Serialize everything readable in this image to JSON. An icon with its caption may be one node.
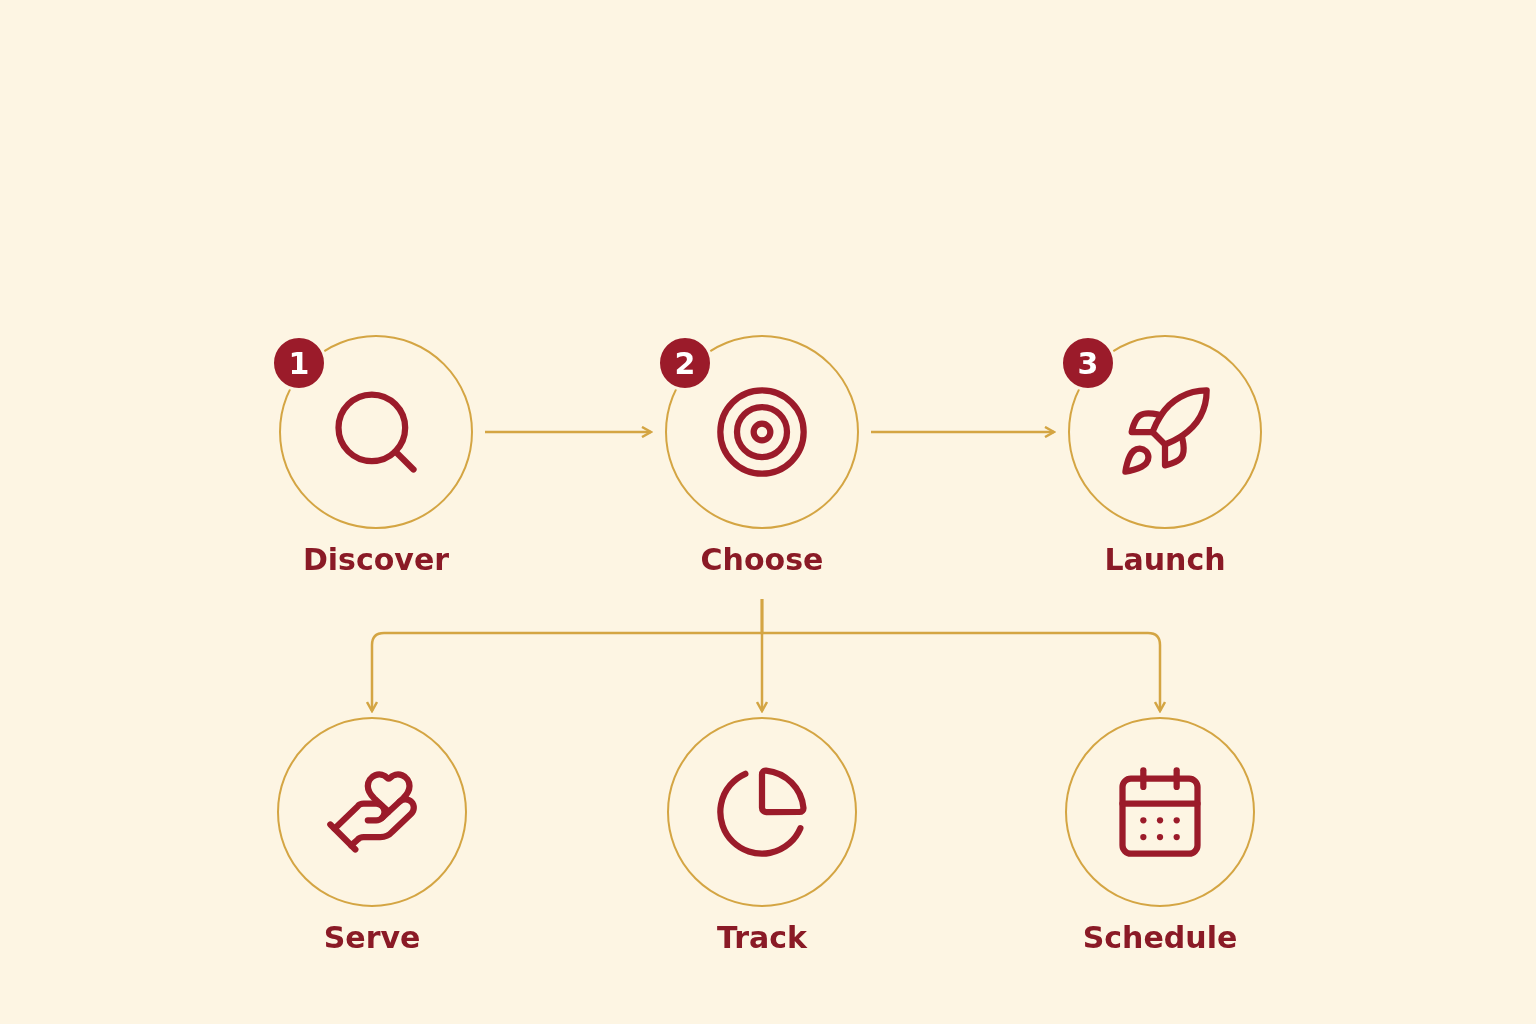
{
  "diagram": {
    "nodes": [
      {
        "text": [
          "1",
          "Discover"
        ]
      },
      {
        "text": [
          "2",
          "Choose"
        ]
      },
      {
        "text": [
          "3",
          "Launch"
        ]
      },
      {
        "text": [
          "Serve"
        ]
      },
      {
        "text": [
          "Track"
        ]
      },
      {
        "text": [
          "Schedule"
        ]
      }
    ],
    "edges": [
      {
        "from": 0,
        "to": 1,
        "arrow": "to"
      },
      {
        "from": 1,
        "to": 2,
        "arrow": "to"
      },
      {
        "from": 1,
        "to": 3,
        "arrow": "to"
      },
      {
        "from": 1,
        "to": 4,
        "arrow": "to"
      },
      {
        "from": 1,
        "to": 5,
        "arrow": "to"
      }
    ]
  }
}
